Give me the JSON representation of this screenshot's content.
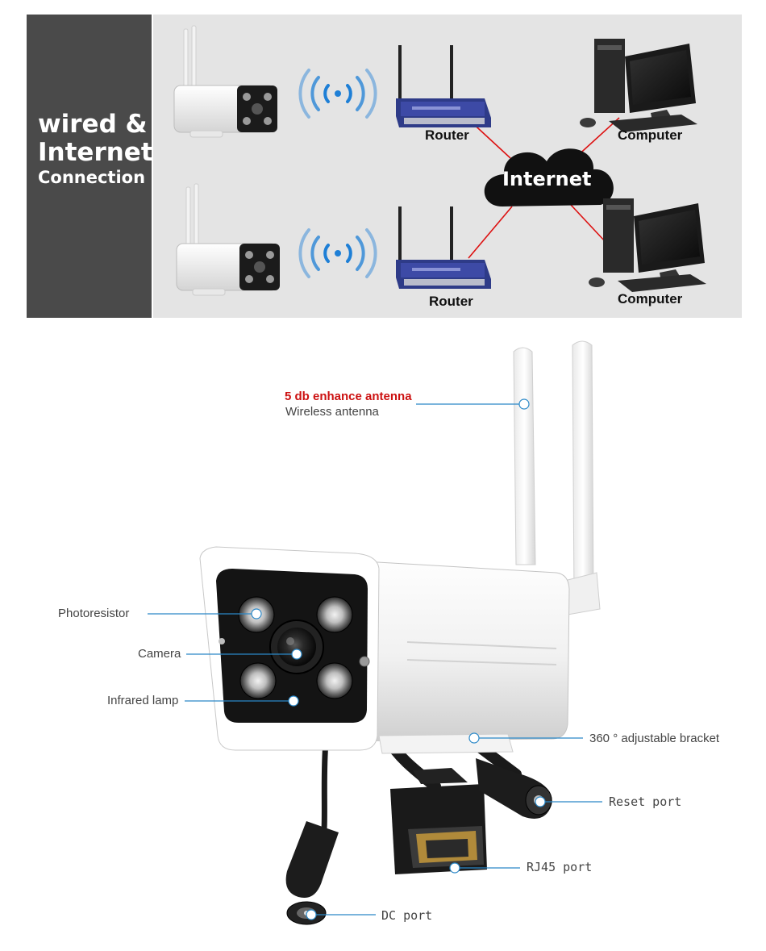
{
  "banner": {
    "side_line1": "wired &",
    "side_line2": "Internet",
    "side_line3": "Connection",
    "router_top": "Router",
    "router_bottom": "Router",
    "computer_top": "Computer",
    "computer_bottom": "Computer",
    "cloud": "Internet"
  },
  "callouts": {
    "antenna_title": "5 db enhance antenna",
    "antenna_sub": "Wireless antenna",
    "photoresistor": "Photoresistor",
    "camera": "Camera",
    "infrared": "Infrared lamp",
    "bracket": "360 ° adjustable bracket",
    "reset": "Reset port",
    "rj45": "RJ45 port",
    "dc": "DC port"
  },
  "colors": {
    "banner_bg": "#e4e4e4",
    "side_bg": "#4a4a4a",
    "link_line": "#dd1111",
    "callout_line": "#2a88c8",
    "wifi_blue": "#1e7fd6"
  }
}
